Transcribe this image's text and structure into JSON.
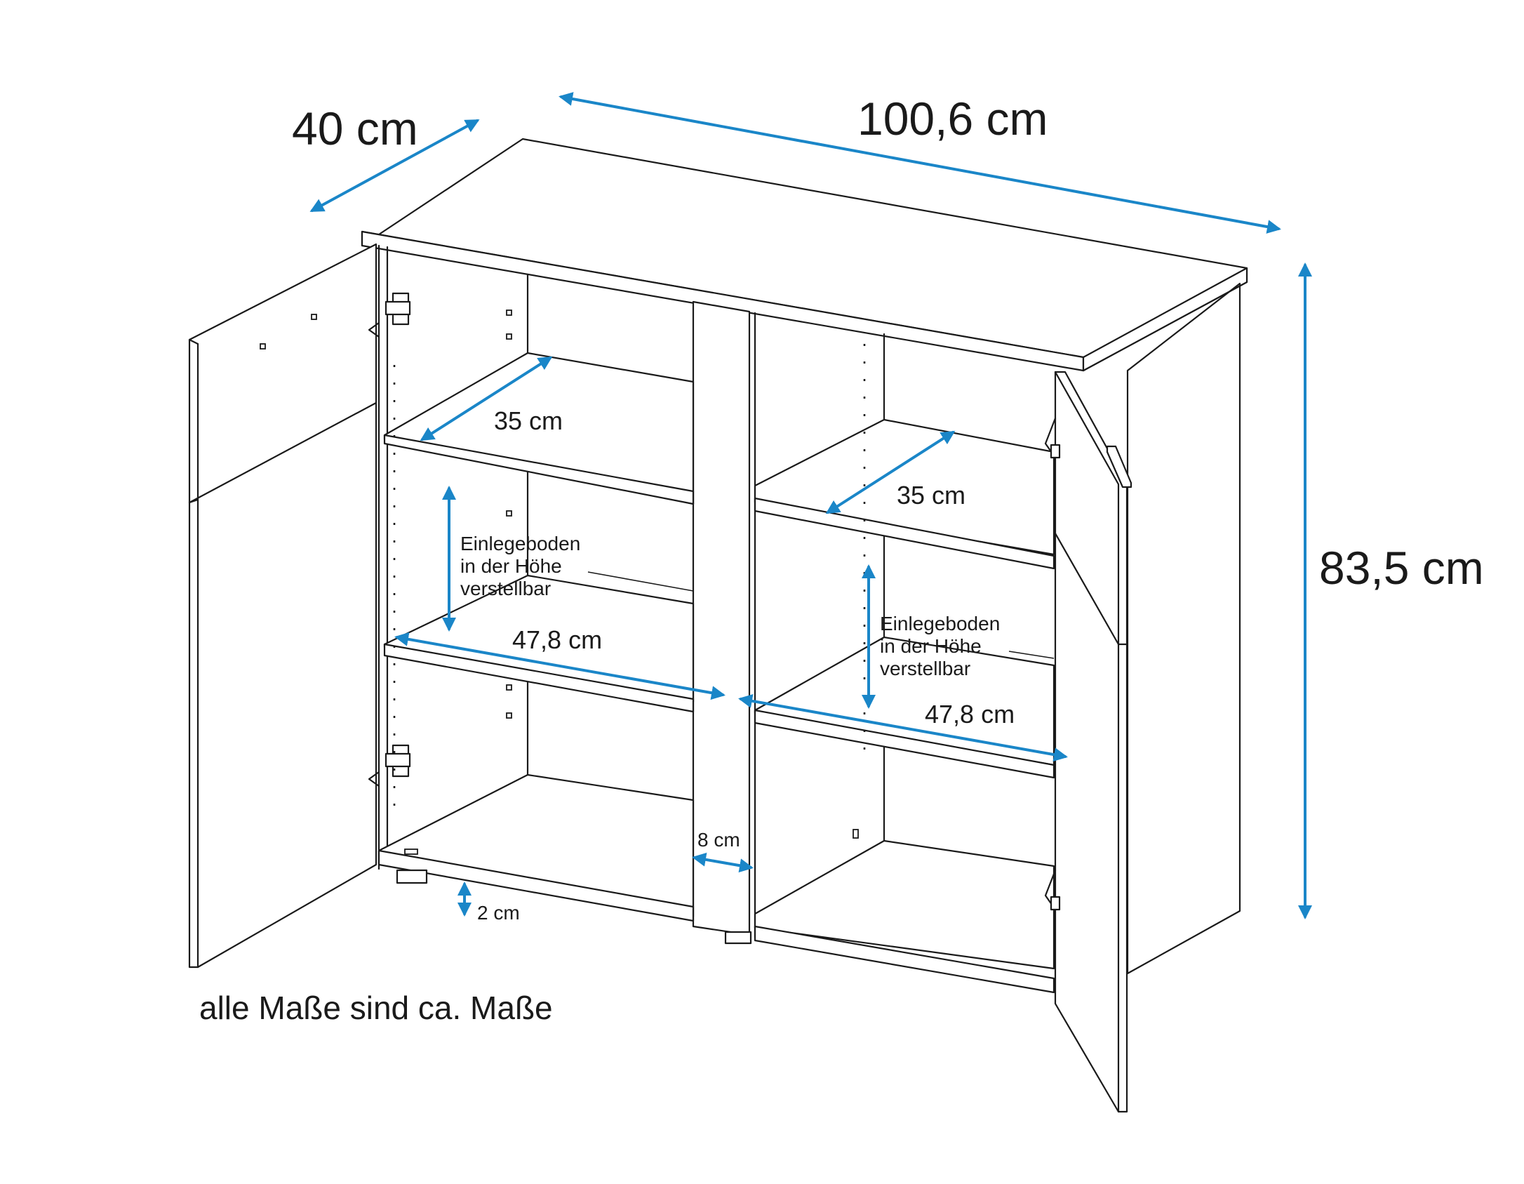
{
  "dimensions": {
    "depth": "40 cm",
    "width": "100,6 cm",
    "height": "83,5 cm",
    "shelf_depth_left": "35 cm",
    "shelf_depth_right": "35 cm",
    "shelf_width_left": "47,8 cm",
    "shelf_width_right": "47,8 cm",
    "divider_width": "8 cm",
    "foot_height": "2 cm"
  },
  "notes": {
    "left": [
      "Einlegeboden",
      "in der Höhe",
      "verstellbar"
    ],
    "right": [
      "Einlegeboden",
      "in der Höhe",
      "verstellbar"
    ]
  },
  "footer": "alle Maße sind ca. Maße",
  "colors": {
    "dimension_line": "#1a86c8",
    "outline": "#1a1a1a"
  }
}
